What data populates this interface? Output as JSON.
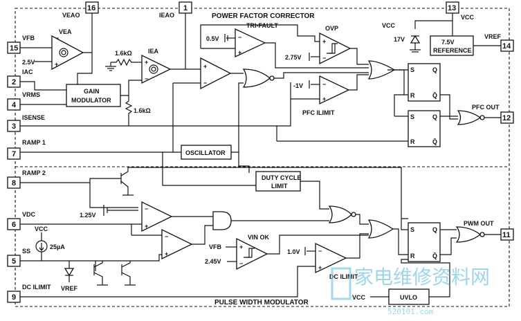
{
  "sections": {
    "pfc_title": "POWER FACTOR CORRECTOR",
    "pwm_title": "PULSE WIDTH MODULATOR"
  },
  "pins": [
    {
      "num": "15",
      "name": "VFB"
    },
    {
      "num": "2",
      "name": "IAC"
    },
    {
      "num": "4",
      "name": "VRMS"
    },
    {
      "num": "3",
      "name": "ISENSE"
    },
    {
      "num": "7",
      "name": "RAMP 1"
    },
    {
      "num": "8",
      "name": "RAMP 2"
    },
    {
      "num": "6",
      "name": "VDC"
    },
    {
      "num": "5",
      "name": "SS"
    },
    {
      "num": "9",
      "name": "DC ILIMIT"
    },
    {
      "num": "16",
      "name": "VEAO"
    },
    {
      "num": "1",
      "name": "IEAO"
    },
    {
      "num": "13",
      "name": "VCC"
    },
    {
      "num": "14",
      "name": "VREF"
    },
    {
      "num": "12",
      "name": "PFC OUT"
    },
    {
      "num": "11",
      "name": "PWM OUT"
    }
  ],
  "blocks": {
    "vea": "VEA",
    "iea": "IEA",
    "gain_mod_1": "GAIN",
    "gain_mod_2": "MODULATOR",
    "oscillator": "OSCILLATOR",
    "tri_fault": "TRI-FAULT",
    "ovp": "OVP",
    "pfc_ilimit": "PFC ILIMIT",
    "reference_1": "7.5V",
    "reference_2": "REFERENCE",
    "duty_1": "DUTY CYCLE",
    "duty_2": "LIMIT",
    "vin_ok": "VIN OK",
    "dc_ilimit": "DC ILIMIT",
    "uvlo": "UVLO"
  },
  "values": {
    "v25": "2.5V",
    "r1": "1.6kΩ",
    "r2": "1.6kΩ",
    "v05": "0.5V",
    "v275": "2.75V",
    "vm1": "-1V",
    "z17": "17V",
    "vcc_top": "VCC",
    "v125": "1.25V",
    "vcc_ss": "VCC",
    "i25": "25µA",
    "vfb_in": "VFB",
    "v245": "2.45V",
    "v10": "1.0V",
    "vref_ss": "VREF",
    "vcc_uvlo": "VCC"
  },
  "ff_labels": {
    "s": "S",
    "r": "R",
    "q": "Q",
    "qb": "Q̄"
  },
  "watermark": {
    "cn": "家电维修资料网",
    "url": "520101.com"
  }
}
